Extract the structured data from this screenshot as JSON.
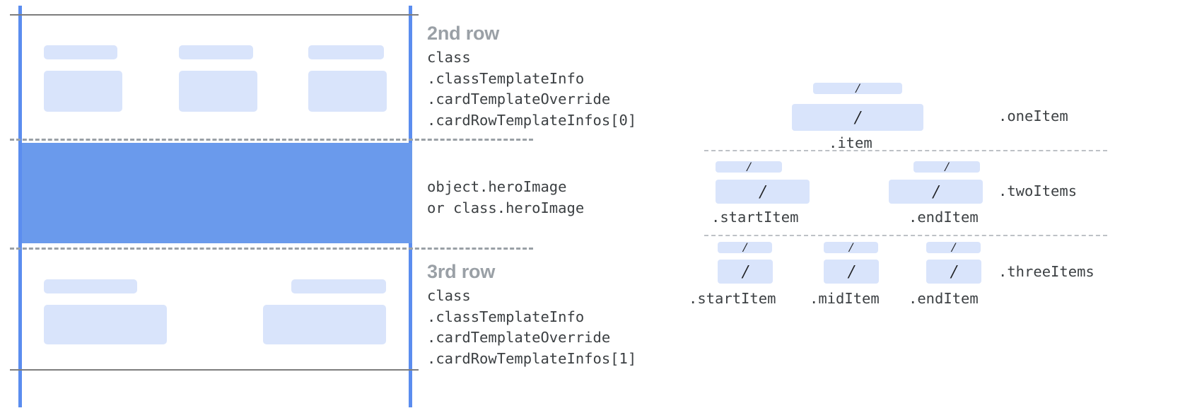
{
  "diagram": {
    "title_hidden": "Card row and item template structure",
    "colors": {
      "rail_blue": "#5b8def",
      "hero_blue": "#6a9aec",
      "chip_blue": "#d9e4fb",
      "rule_gray": "#7d7d7d",
      "dashed_gray": "#9aa0a6",
      "heading_gray": "#9aa0a6",
      "code_text": "#3c4043"
    }
  },
  "left_panel": {
    "rows": [
      {
        "id": "second-row",
        "title": "2nd row",
        "code_lines": [
          "class",
          ".classTemplateInfo",
          ".cardTemplateOverride",
          ".cardRowTemplateInfos[0]"
        ],
        "code": "class\n.classTemplateInfo\n.cardTemplateOverride\n.cardRowTemplateInfos[0]",
        "columns": 3
      },
      {
        "id": "hero-row",
        "title": "",
        "code_lines": [
          "object.heroImage",
          "or class.heroImage"
        ],
        "code": "object.heroImage\nor class.heroImage",
        "columns": 0
      },
      {
        "id": "third-row",
        "title": "3rd row",
        "code_lines": [
          "class",
          ".classTemplateInfo",
          ".cardTemplateOverride",
          ".cardRowTemplateInfos[1]"
        ],
        "code": "class\n.classTemplateInfo\n.cardTemplateOverride\n.cardRowTemplateInfos[1]",
        "columns": 2
      }
    ]
  },
  "right_panel": {
    "variants": [
      {
        "id": "one-item",
        "label": ".oneItem",
        "slot_glyph": "/",
        "captions": [
          ".item"
        ]
      },
      {
        "id": "two-items",
        "label": ".twoItems",
        "slot_glyph": "/",
        "captions": [
          ".startItem",
          ".endItem"
        ]
      },
      {
        "id": "three-items",
        "label": ".threeItems",
        "slot_glyph": "/",
        "captions": [
          ".startItem",
          ".midItem",
          ".endItem"
        ]
      }
    ]
  }
}
